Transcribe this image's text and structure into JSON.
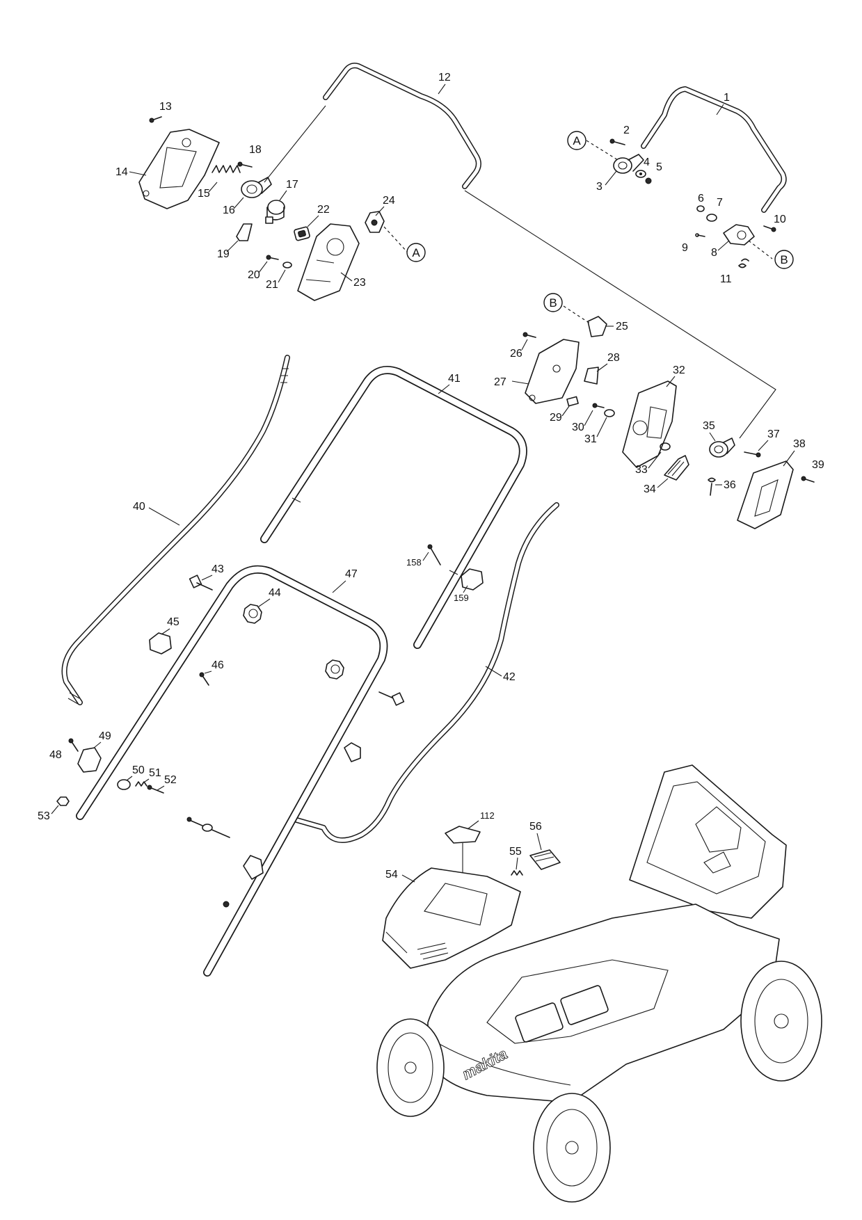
{
  "diagram": {
    "callouts": [
      "1",
      "2",
      "3",
      "4",
      "5",
      "6",
      "7",
      "8",
      "9",
      "10",
      "11",
      "12",
      "13",
      "14",
      "15",
      "16",
      "17",
      "18",
      "19",
      "20",
      "21",
      "22",
      "23",
      "24",
      "25",
      "26",
      "27",
      "28",
      "29",
      "30",
      "31",
      "32",
      "33",
      "34",
      "35",
      "36",
      "37",
      "38",
      "39",
      "40",
      "41",
      "42",
      "43",
      "44",
      "45",
      "46",
      "47",
      "48",
      "49",
      "50",
      "51",
      "52",
      "53",
      "54",
      "55",
      "56",
      "112",
      "158",
      "159"
    ],
    "reference_markers": [
      "A",
      "A",
      "B",
      "B"
    ],
    "brand_marking": "makita"
  }
}
